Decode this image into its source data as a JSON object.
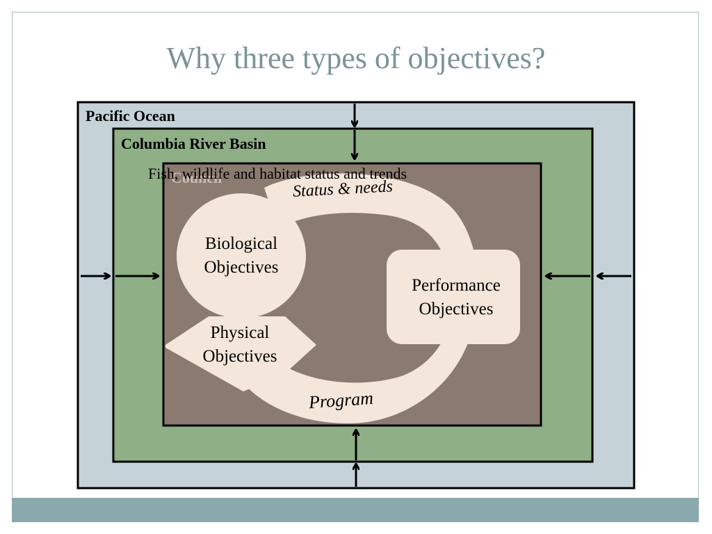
{
  "title": "Why three types of objectives?",
  "regions": {
    "ocean": "Pacific Ocean",
    "basin": "Columbia River Basin",
    "council": "Council"
  },
  "cycle": {
    "top_caption": "Fish, wildlife and habitat status and trends",
    "status": "Status & needs",
    "program": "Program"
  },
  "objectives": {
    "biological": [
      "Biological",
      "Objectives"
    ],
    "physical": [
      "Physical",
      "Objectives"
    ],
    "performance": [
      "Performance",
      "Objectives"
    ]
  },
  "colors": {
    "ocean": "#c5d3d9",
    "basin": "#8faf87",
    "council": "#8a7a6f",
    "cycle": "#f4e6da",
    "title": "#7b9396",
    "footer": "#8aa9ac"
  }
}
